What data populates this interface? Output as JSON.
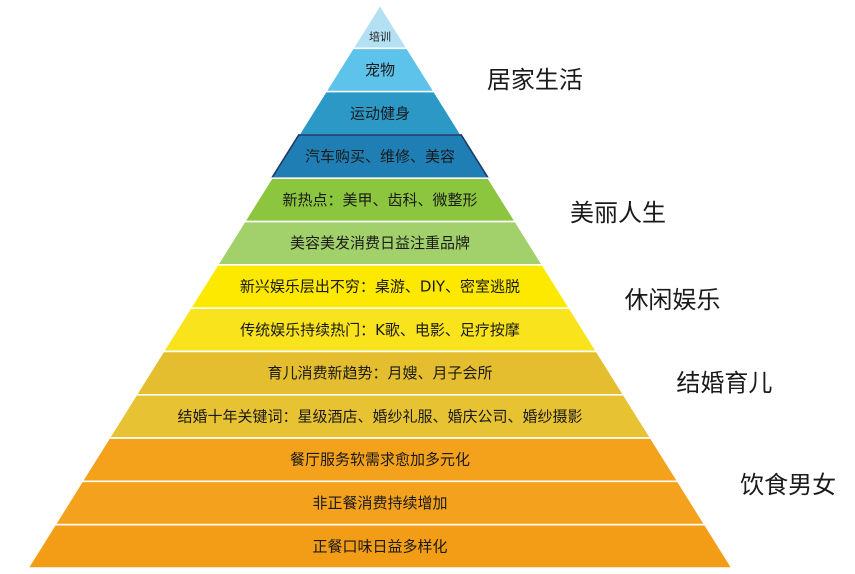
{
  "colors": {
    "background": "#ffffff",
    "separator": "#ffffff",
    "text": "#1a1a1a"
  },
  "groups": [
    {
      "label": "居家生活",
      "layers": [
        {
          "label": "培训",
          "color": "#b3e1f3"
        },
        {
          "label": "宠物",
          "color": "#5ec3ea"
        },
        {
          "label": "运动健身",
          "color": "#2b98c6"
        },
        {
          "label": "汽车购买、维修、美容",
          "color": "#1f7fb4",
          "border": "#1c3b6b"
        }
      ]
    },
    {
      "label": "美丽人生",
      "layers": [
        {
          "label": "新热点：美甲、齿科、微整形",
          "color": "#8cc63e"
        },
        {
          "label": "美容美发消费日益注重品牌",
          "color": "#a2d16c"
        }
      ]
    },
    {
      "label": "休闲娱乐",
      "layers": [
        {
          "label": "新兴娱乐层出不穷：桌游、DIY、密室逃脱",
          "color": "#fde800"
        },
        {
          "label": "传统娱乐持续热门：K歌、电影、足疗按摩",
          "color": "#f9e31c"
        }
      ]
    },
    {
      "label": "结婚育儿",
      "layers": [
        {
          "label": "育儿消费新趋势：月嫂、月子会所",
          "color": "#e4be2f"
        },
        {
          "label": "结婚十年关键词：星级酒店、婚纱礼服、婚庆公司、婚纱摄影",
          "color": "#e7c233"
        }
      ]
    },
    {
      "label": "饮食男女",
      "layers": [
        {
          "label": "餐厅服务软需求愈加多元化",
          "color": "#f4a11c"
        },
        {
          "label": "非正餐消费持续增加",
          "color": "#f4a21e"
        },
        {
          "label": "正餐口味日益多样化",
          "color": "#f39d17"
        }
      ]
    }
  ]
}
